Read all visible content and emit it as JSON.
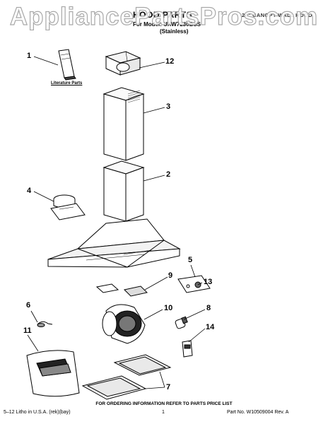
{
  "watermark": "AppliancePartsPros.com",
  "header": {
    "title": "HOOD PARTS",
    "model": "For Model: UXW7230BSS",
    "variant": "(Stainless)",
    "right": "24\" CANOPY WALL HOOD"
  },
  "literature_label": "Literature Parts",
  "callouts": [
    "1",
    "12",
    "3",
    "2",
    "4",
    "5",
    "13",
    "9",
    "6",
    "10",
    "8",
    "11",
    "14",
    "7"
  ],
  "footer": {
    "ordering_info": "FOR ORDERING INFORMATION REFER TO PARTS PRICE LIST",
    "litho": "5–12 Litho in U.S.A. (rek)(bay)",
    "page": "1",
    "part_no": "Part No. W10509004 Rev. A"
  }
}
